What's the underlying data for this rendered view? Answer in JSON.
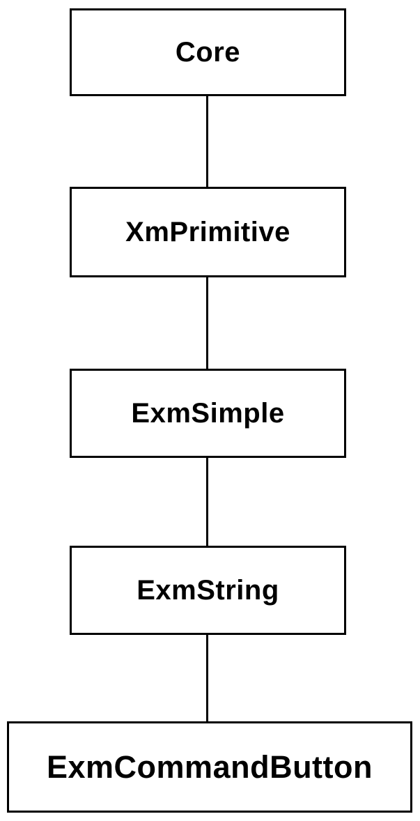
{
  "diagram": {
    "type": "class-hierarchy",
    "colors": {
      "background": "#ffffff",
      "box_fill": "#ffffff",
      "box_border": "#000000",
      "text": "#000000",
      "connector": "#000000"
    },
    "nodes": [
      {
        "id": "core",
        "label": "Core"
      },
      {
        "id": "xmprimitive",
        "label": "XmPrimitive"
      },
      {
        "id": "exmsimple",
        "label": "ExmSimple"
      },
      {
        "id": "exmstring",
        "label": "ExmString"
      },
      {
        "id": "exmcommandbutton",
        "label": "ExmCommandButton"
      }
    ],
    "edges": [
      {
        "from": "core",
        "to": "xmprimitive"
      },
      {
        "from": "xmprimitive",
        "to": "exmsimple"
      },
      {
        "from": "exmsimple",
        "to": "exmstring"
      },
      {
        "from": "exmstring",
        "to": "exmcommandbutton"
      }
    ]
  }
}
